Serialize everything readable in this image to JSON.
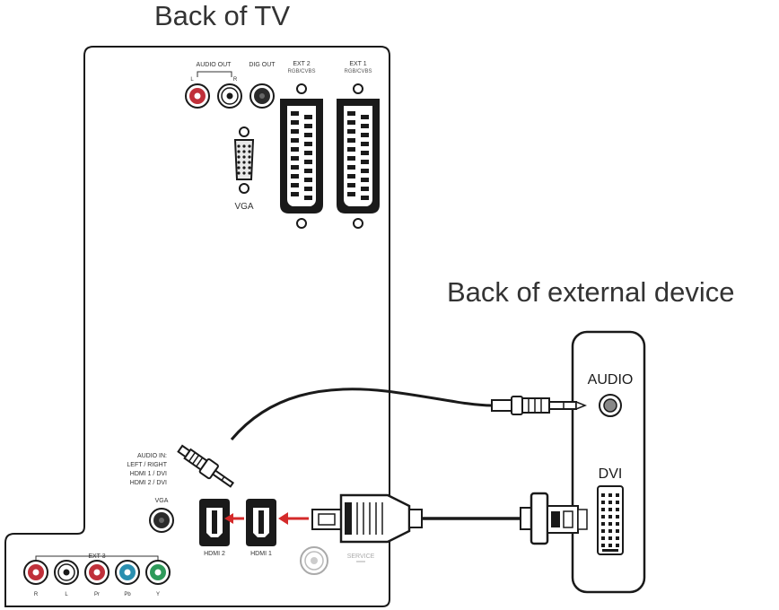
{
  "titles": {
    "tv": "Back of TV",
    "device": "Back of external device"
  },
  "tv_ports": {
    "audio_out": "AUDIO OUT",
    "audio_out_l": "L",
    "audio_out_r": "R",
    "spdif": "DIG OUT",
    "ext2": "EXT 2",
    "ext2_sub": "RGB/CVBS",
    "ext1": "EXT 1",
    "ext1_sub": "RGB/CVBS",
    "vga": "VGA",
    "audio_in_lines": [
      "AUDIO IN:",
      "LEFT / RIGHT",
      "HDMI 1 / DVI",
      "HDMI 2 / DVI"
    ],
    "vga_audio": "VGA",
    "hdmi2": "HDMI 2",
    "hdmi1": "HDMI 1",
    "service": "SERVICE",
    "ext3": "EXT 3",
    "component_labels": [
      "R",
      "L",
      "Pr",
      "Pb",
      "Y"
    ]
  },
  "device_ports": {
    "audio": "AUDIO",
    "dvi": "DVI"
  },
  "colors": {
    "outline": "#1a1a1a",
    "red_jack": "#c0303a",
    "green_jack": "#2e9a5a",
    "blue_jack": "#2a8fb0",
    "arrow": "#d42a2a"
  }
}
